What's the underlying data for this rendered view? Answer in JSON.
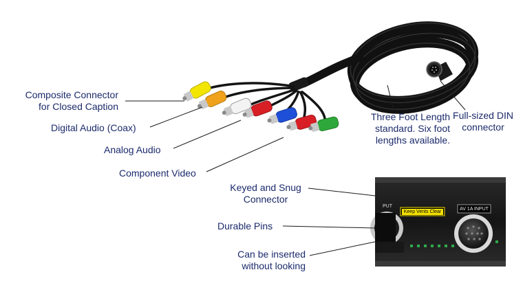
{
  "labels": {
    "composite_line1": "Composite Connector",
    "composite_line2": "for Closed Caption",
    "digital_audio": "Digital Audio (Coax)",
    "analog_audio": "Analog Audio",
    "component_video": "Component Video",
    "length_line1": "Three Foot Length",
    "length_line2": "standard.  Six foot",
    "length_line3": "lengths available.",
    "din_line1": "Full-sized DIN",
    "din_line2": "connector",
    "keyed_line1": "Keyed and Snug",
    "keyed_line2": "Connector",
    "durable_pins": "Durable Pins",
    "inserted_line1": "Can be inserted",
    "inserted_line2": "without looking"
  },
  "panel": {
    "vents_label": "Keep Vents Clear",
    "input_label": "AV 1A INPUT",
    "output_label": "PUT"
  },
  "colors": {
    "text": "#1b2a6b",
    "cable": "#111111",
    "yellow": "#f2e600",
    "orange": "#f0a21c",
    "white": "#f3f3f3",
    "red": "#d81f26",
    "blue": "#1e4fd8",
    "green": "#2ea83a",
    "vents_label_bg": "#f3e000"
  }
}
